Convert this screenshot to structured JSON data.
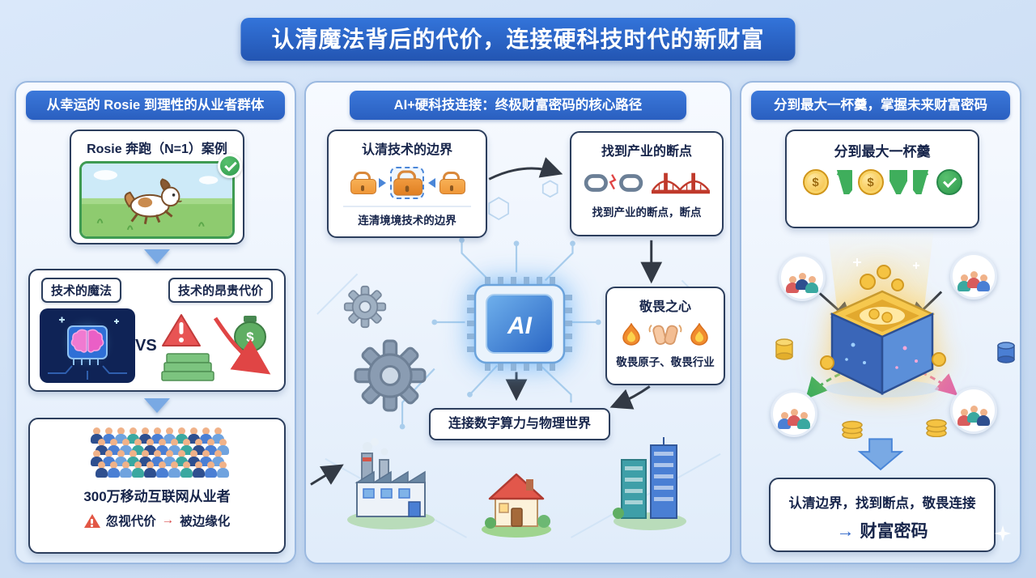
{
  "title": "认清魔法背后的代价，连接硬科技时代的新财富",
  "glyphs": {
    "dollar": "$"
  },
  "left_panel": {
    "header": "从幸运的 Rosie 到理性的从业者群体",
    "rosie_card": {
      "title": "Rosie 奔跑（N=1）案例"
    },
    "vs_card": {
      "magic_title": "技术的魔法",
      "vs_label": "VS",
      "cost_title": "技术的昂贵代价"
    },
    "crowd_card": {
      "count_label": "300万移动互联网从业者",
      "warning_text": "忽视代价",
      "warning_arrow": "→",
      "warning_result": "被边缘化"
    }
  },
  "middle_panel": {
    "header": "AI+硬科技连接：终极财富密码的核心路径",
    "boundary_card": {
      "title": "认清技术的边界",
      "caption": "连清境境技术的边界"
    },
    "breakpoint_card": {
      "title": "找到产业的断点",
      "caption": "找到产业的断点，断点"
    },
    "chip_label": "AI",
    "awe_card": {
      "title": "敬畏之心",
      "caption": "敬畏原子、敬畏行业"
    },
    "connect_banner": "连接数字算力与物理世界"
  },
  "right_panel": {
    "header": "分到最大一杯羹，掌握未来财富密码",
    "share_card": {
      "title": "分到最大一杯羹"
    },
    "summary_card": {
      "line1": "认清边界，找到断点，敬畏连接",
      "arrow": "→",
      "line2": "财富密码"
    }
  },
  "colors": {
    "title_banner_blue": "#2a63c8",
    "panel_border": "#9bb9e0",
    "card_border": "#2c3e5d",
    "accent_green": "#3fae5c",
    "accent_red": "#e04545",
    "gold": "#f2b632",
    "chip_blue": "#2f6fd6",
    "lock_orange": "#ef9738"
  },
  "icons": {
    "check-icon": "green circle with white check",
    "dog-icon": "running dog on grass",
    "brain-chip-icon": "pink brain on blue chip",
    "warning-icon": "red triangle with exclamation",
    "money-bag-icon": "green bag with dollar",
    "cash-stack-icon": "stack of green bills",
    "trend-down-arrow-icon": "red falling arrow",
    "person-icon": "head and shoulders figure",
    "lock-icon": "orange padlock",
    "broken-chain-icon": "two chain links with red break",
    "bridge-icon": "red suspension bridge",
    "ai-chip-icon": "blue CPU chip labeled AI",
    "gear-icon": "gray gear",
    "flame-icon": "orange flame",
    "clapping-hands-icon": "two hands",
    "factory-icon": "factory with chimneys",
    "house-icon": "house with red roof",
    "buildings-icon": "city towers",
    "coin-icon": "gold dollar coin",
    "treasure-chest-icon": "glowing gold cube with coins",
    "people-group-icon": "circle with three figures",
    "down-arrow-icon": "blue down arrow",
    "sparkle-icon": "white four-point star"
  }
}
